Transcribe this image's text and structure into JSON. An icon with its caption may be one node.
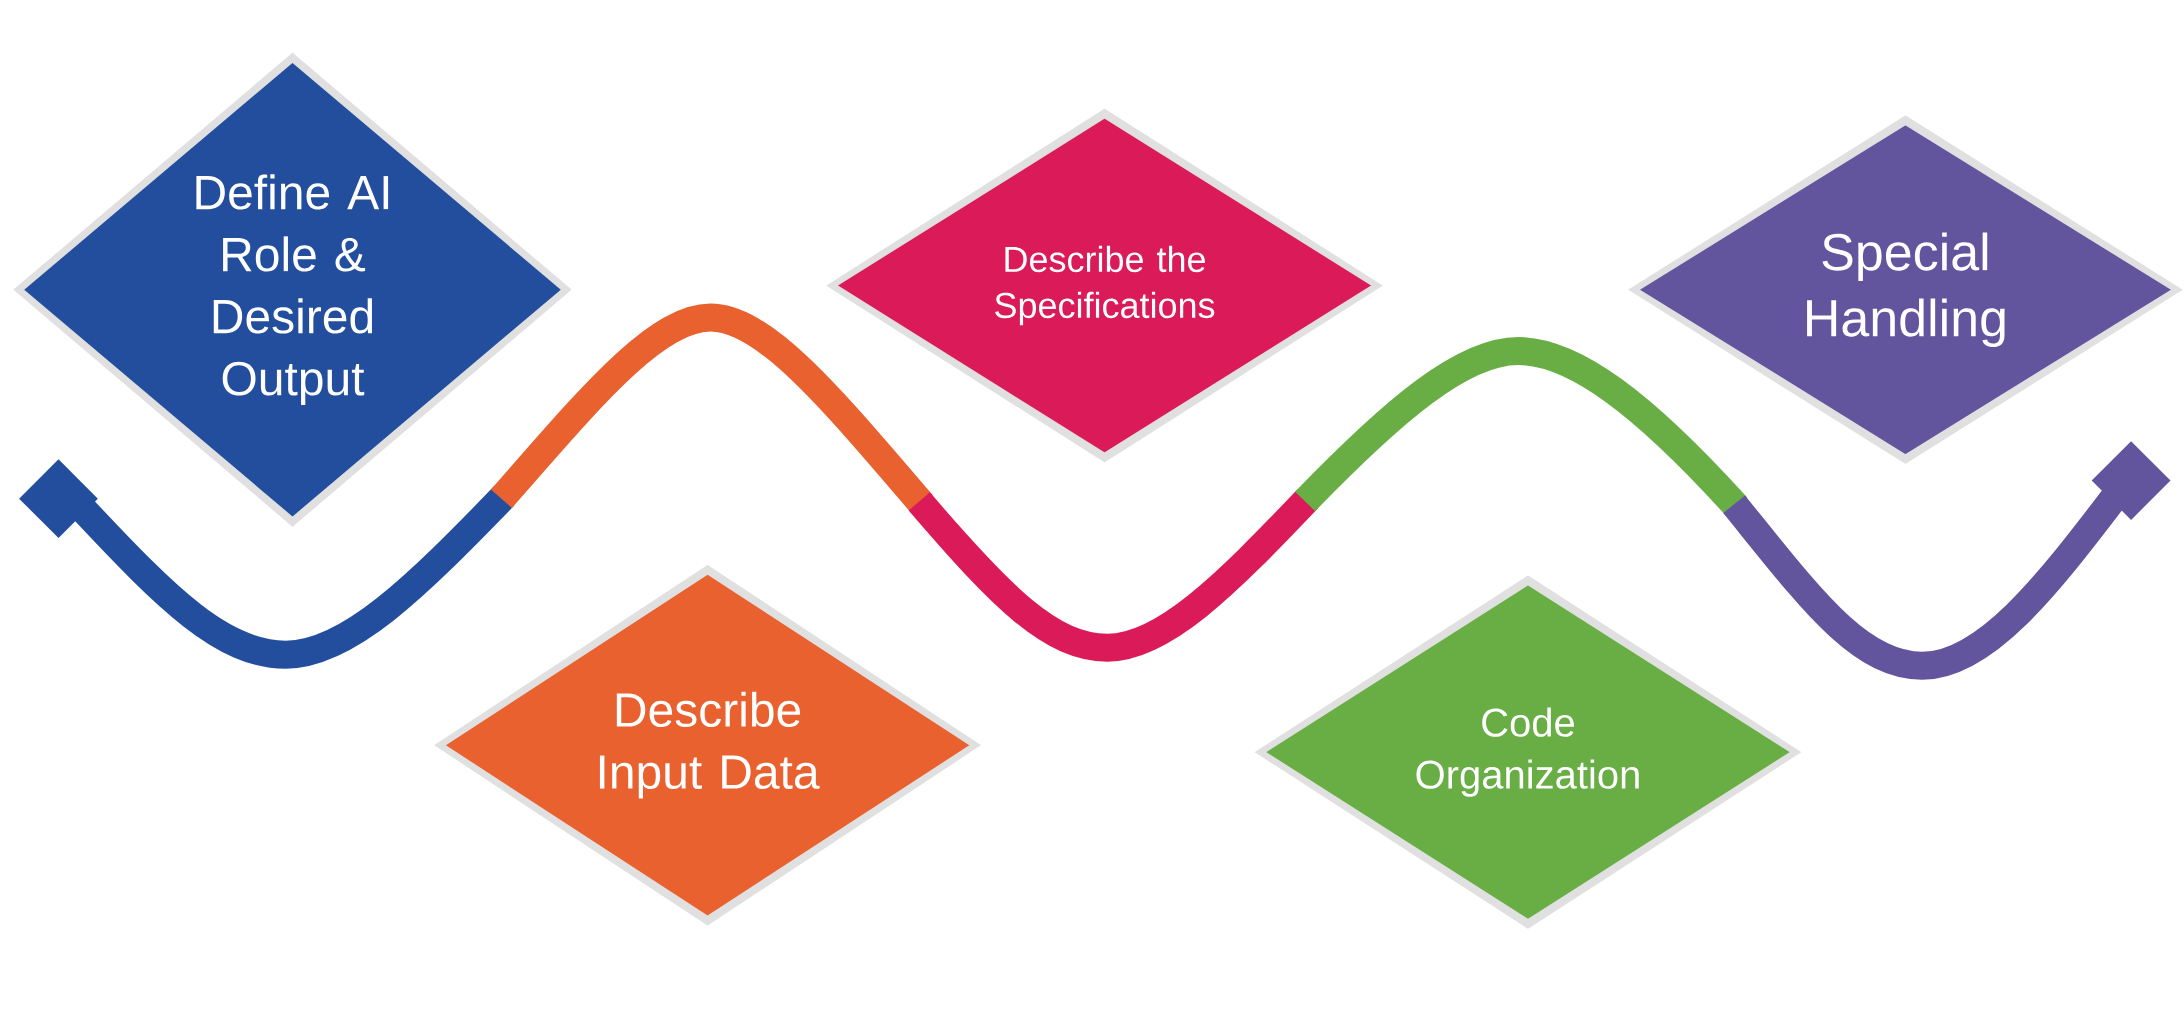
{
  "diagram": {
    "nodes": [
      {
        "text": [
          "Define AI Role & Desired Output"
        ]
      },
      {
        "text": [
          "Describe Input Data"
        ]
      },
      {
        "text": [
          "Describe the Specifications"
        ]
      },
      {
        "text": [
          "Code Organization"
        ]
      },
      {
        "text": [
          "Special Handling"
        ]
      }
    ]
  }
}
